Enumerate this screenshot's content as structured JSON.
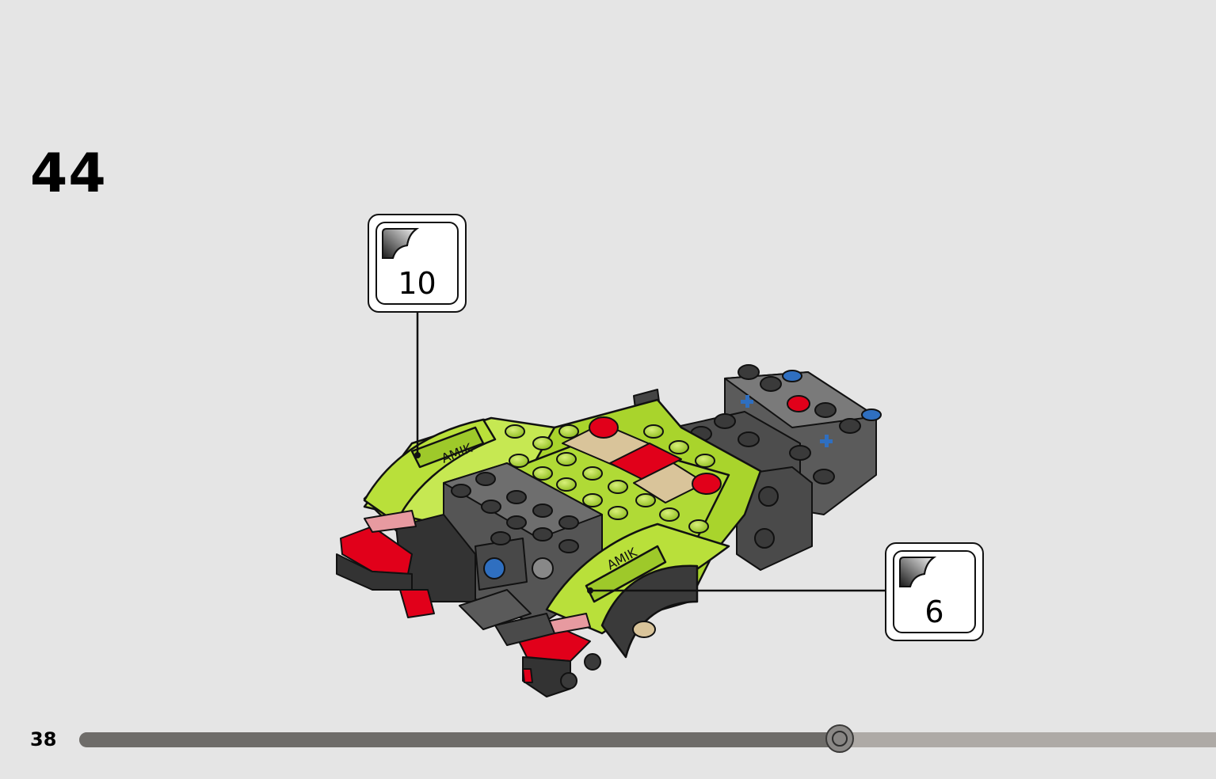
{
  "step": {
    "number": "44"
  },
  "callouts": [
    {
      "count": "10",
      "icon": "sticker-icon"
    },
    {
      "count": "6",
      "icon": "sticker-icon"
    }
  ],
  "footer": {
    "page_number": "38"
  },
  "progress": {
    "fraction": 0.669
  },
  "model": {
    "description_icon": "lego-car-assembly",
    "sticker_text": "AMIK"
  },
  "colors": {
    "background": "#e5e5e5",
    "lime": "#b5dd3a",
    "dark_gray": "#5a5a5a",
    "black": "#2a2a2a",
    "red": "#e1001a",
    "tan": "#d9c49a",
    "blue": "#2f6fc0"
  }
}
